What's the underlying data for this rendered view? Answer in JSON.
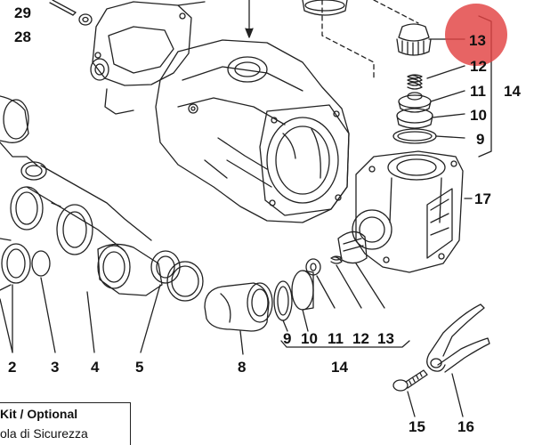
{
  "callouts": {
    "n29": "29",
    "n28": "28",
    "n13_top": "13",
    "n12_top": "12",
    "n11_top": "11",
    "n10_top": "10",
    "n9_top": "9",
    "n14_right": "14",
    "n17": "17",
    "n2": "2",
    "n3": "3",
    "n4": "4",
    "n5": "5",
    "n8": "8",
    "n9_bottom": "9",
    "n10_bottom": "10",
    "n11_bottom": "11",
    "n12_bottom": "12",
    "n13_bottom": "13",
    "n14_bottom": "14",
    "n15": "15",
    "n16": "16"
  },
  "legend": {
    "line1_kit": "Kit",
    "line1_sep": " / ",
    "line1_optional": "Optional",
    "line2": "ola di Sicurezza"
  },
  "highlight_color": "#e24242"
}
